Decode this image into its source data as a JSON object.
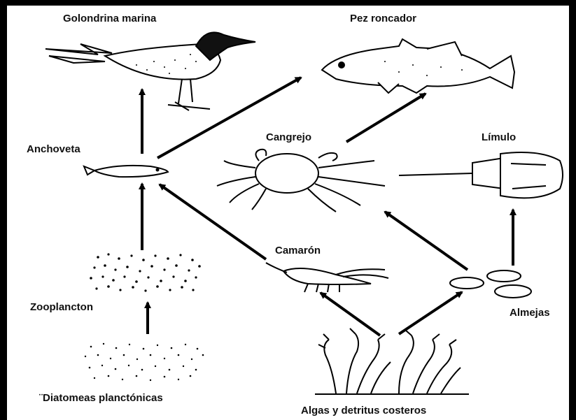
{
  "labels": {
    "golondrina": "Golondrina marina",
    "pez": "Pez roncador",
    "anchoveta": "Anchoveta",
    "cangrejo": "Cangrejo",
    "limulo": "Límulo",
    "camaron": "Camarón",
    "zooplancton": "Zooplancton",
    "almejas": "Almejas",
    "diatomeas": "¨Diatomeas planctónicas",
    "algas": "Algas y detritus costeros"
  },
  "icons": [
    "tern-icon",
    "fish-icon",
    "anchovy-icon",
    "crab-icon",
    "horseshoe-crab-icon",
    "shrimp-icon",
    "zooplankton-icon",
    "diatoms-icon",
    "clams-icon",
    "algae-icon"
  ]
}
